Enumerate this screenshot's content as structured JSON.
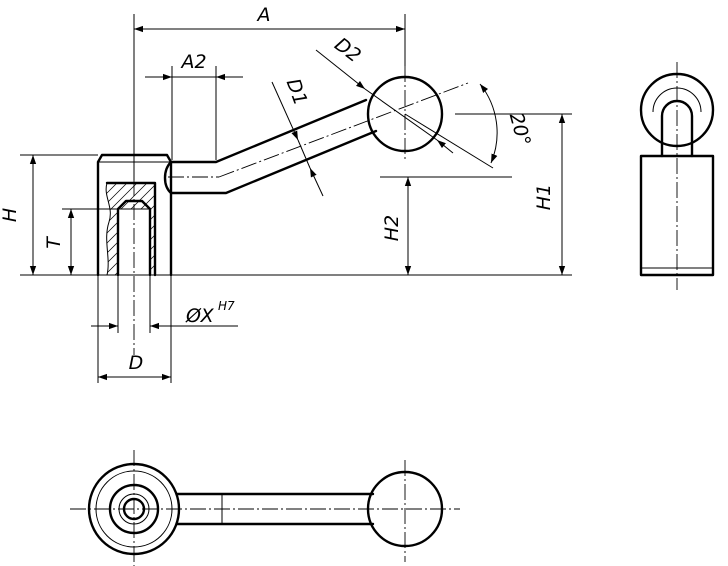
{
  "labels": {
    "A": "A",
    "A2": "A2",
    "D1": "D1",
    "D2": "D2",
    "angle": "20°",
    "H": "H",
    "T": "T",
    "H2": "H2",
    "H1": "H1",
    "bore_prefix": "ØX",
    "bore_tolerance": "H7",
    "D": "D"
  },
  "views": {
    "front": "front-view",
    "side": "side-view",
    "top": "top-view"
  }
}
